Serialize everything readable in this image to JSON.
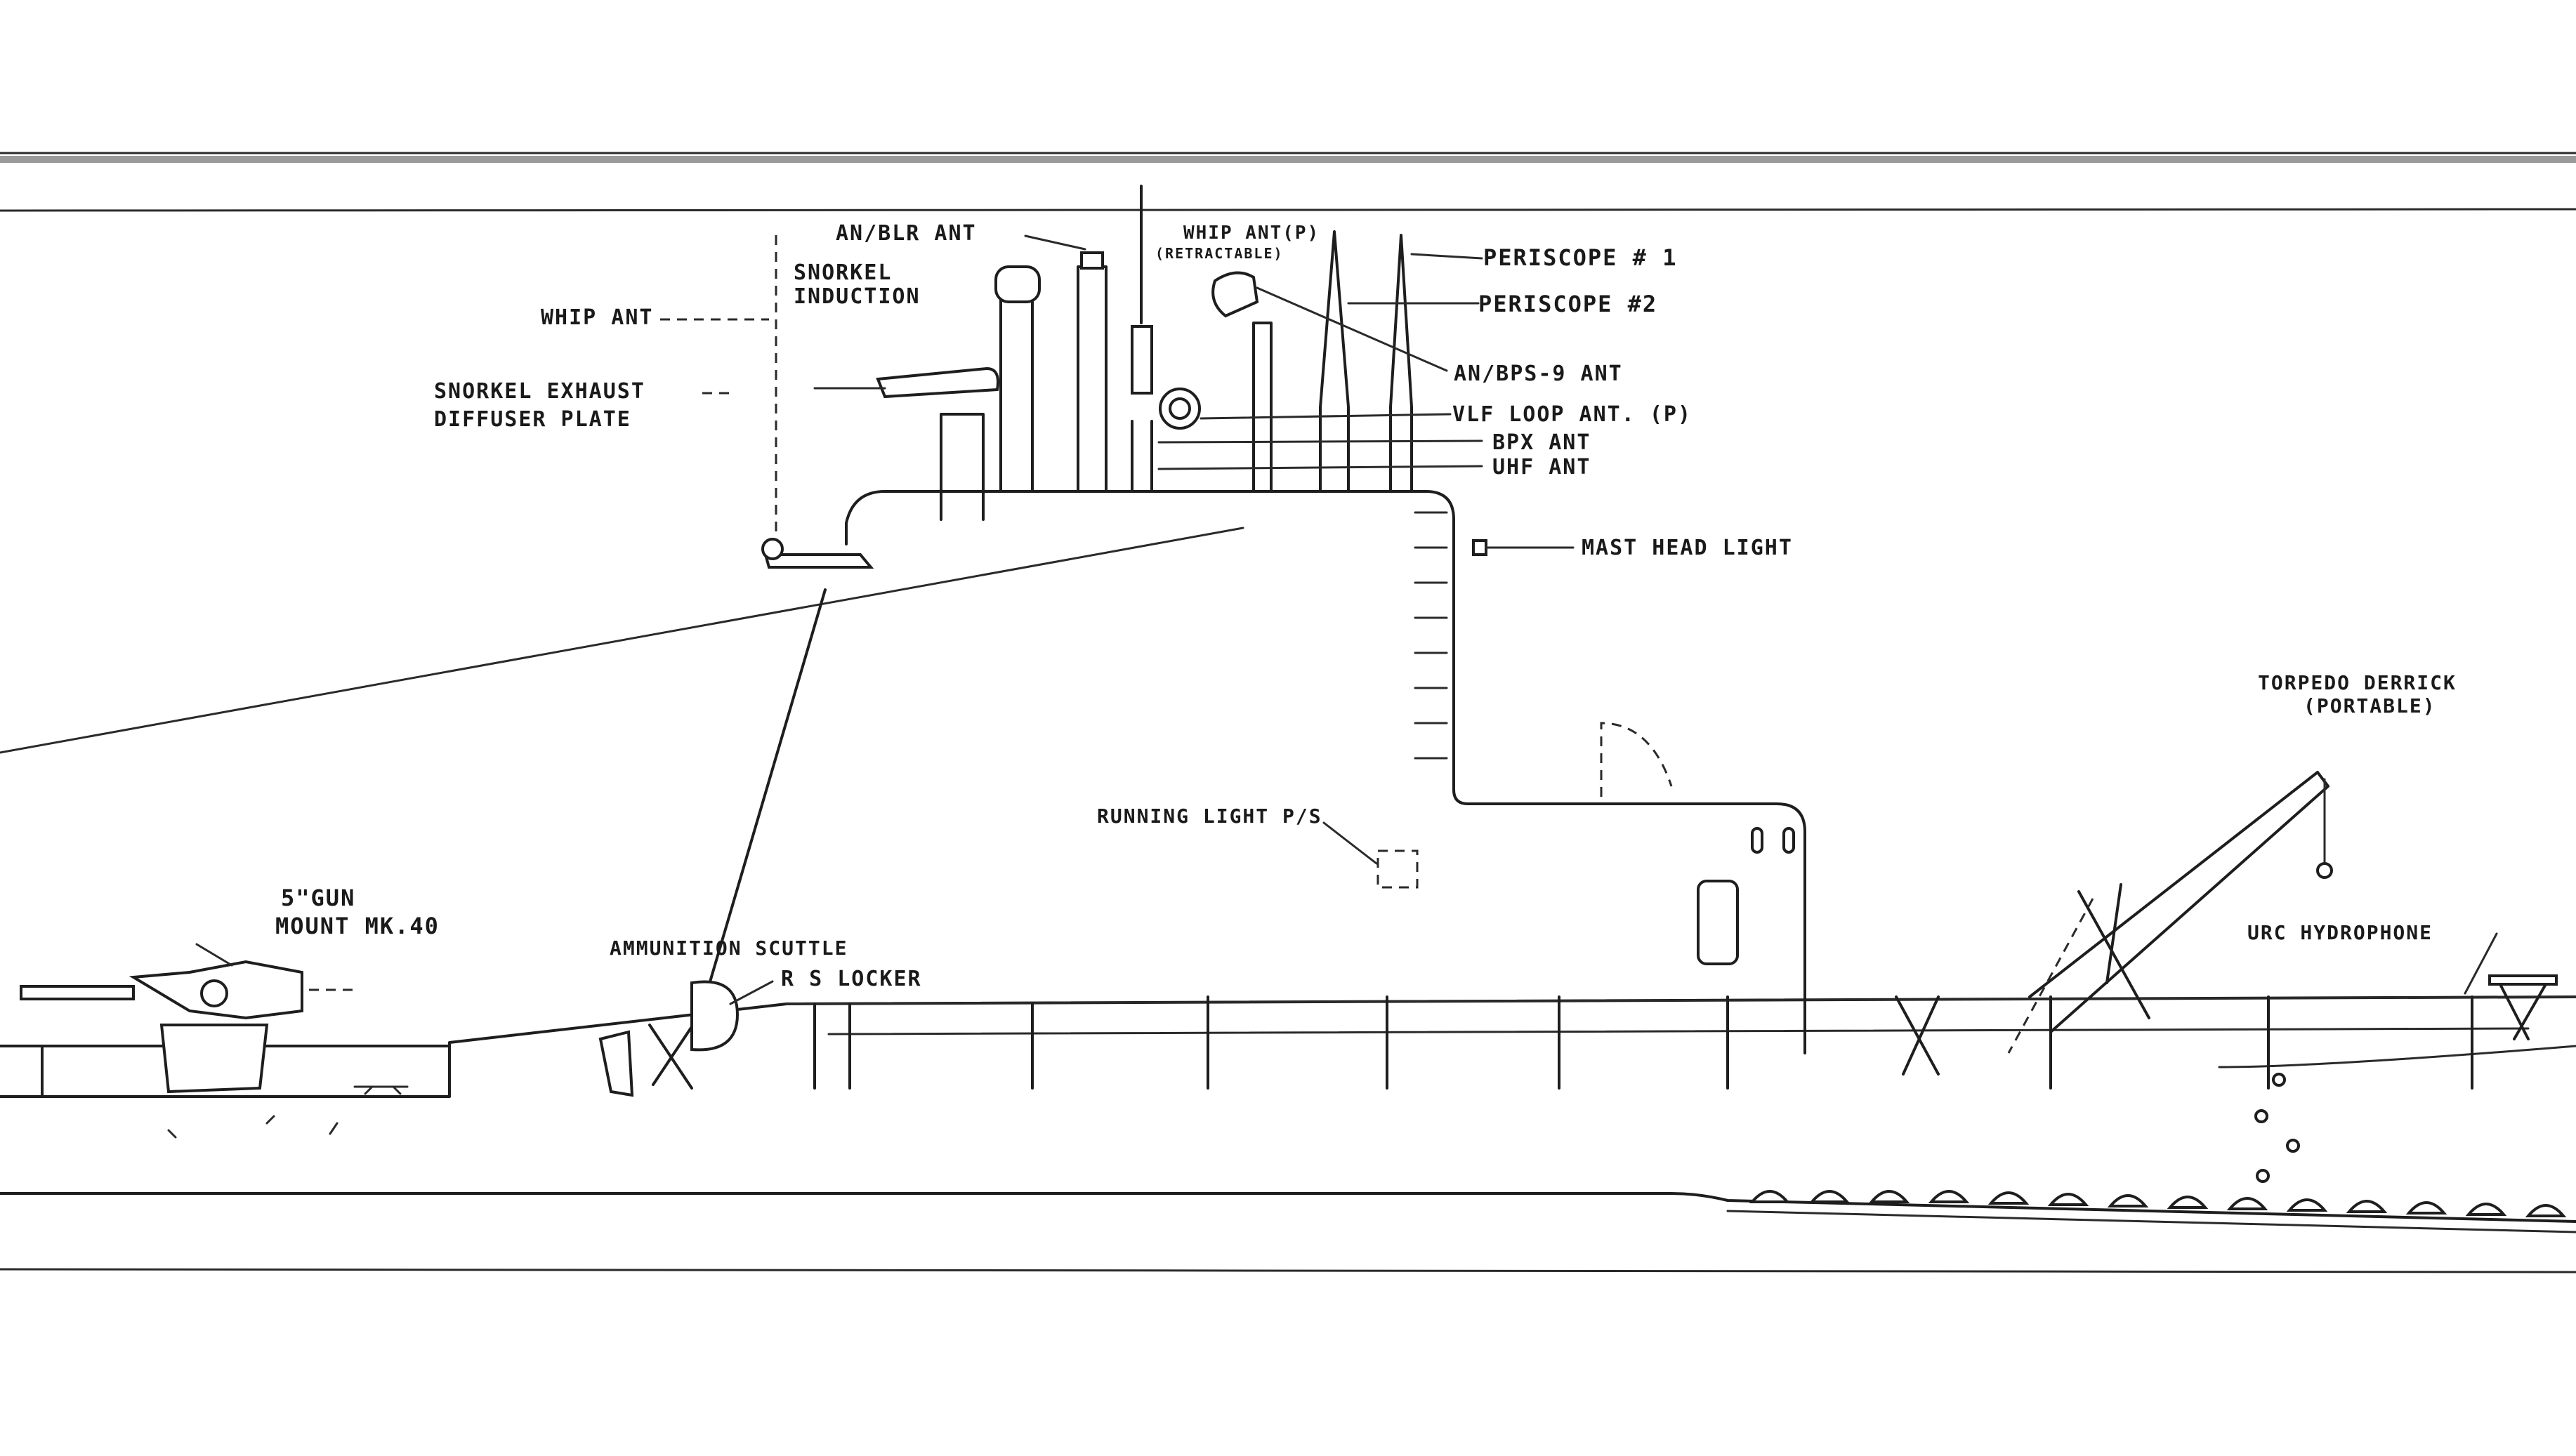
{
  "labels": {
    "an_blr_ant": "AN/BLR ANT",
    "whip_ant_p": "WHIP ANT(P)",
    "retractable": "(RETRACTABLE)",
    "periscope_1": "PERISCOPE # 1",
    "periscope_2": "PERISCOPE #2",
    "snorkel_induction_1": "SNORKEL",
    "snorkel_induction_2": "INDUCTION",
    "whip_ant": "WHIP ANT",
    "snorkel_exhaust": "SNORKEL EXHAUST",
    "diffuser_plate": "DIFFUSER PLATE",
    "an_bps_9_ant": "AN/BPS-9 ANT",
    "vlf_loop_ant": "VLF LOOP ANT. (P)",
    "bpx_ant": "BPX ANT",
    "uhf_ant": "UHF ANT",
    "mast_head_light": "MAST HEAD LIGHT",
    "torpedo_derrick": "TORPEDO DERRICK",
    "portable": "(PORTABLE)",
    "running_light": "RUNNING LIGHT P/S",
    "gun_1": "5\"GUN",
    "gun_2": "MOUNT MK.40",
    "urc_hydrophone": "URC HYDROPHONE",
    "ammunition_scuttle": "AMMUNITION SCUTTLE",
    "rs_locker": "R S LOCKER"
  },
  "colors": {
    "ink": "#1e1e1e",
    "paper": "#ffffff",
    "band": "#9a9a9a"
  }
}
